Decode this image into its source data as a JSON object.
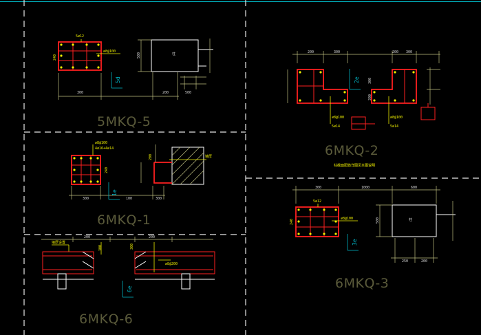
{
  "drawing": {
    "frame_color": "#00c8d8",
    "background": "#000000",
    "accent_red": "#ff2020",
    "accent_yellow": "#f0f000",
    "label_color": "#5a5a3a"
  },
  "details": {
    "d5mkq5": {
      "title": "5MKQ-5",
      "bar_note": "5⌀12",
      "stirrup_note": "⌀8@100",
      "side_dim": "240",
      "mark": "5d",
      "dims_bottom": [
        "300",
        "200",
        "500"
      ],
      "dim_right": "500",
      "center_mark": "柱"
    },
    "d6mkq2": {
      "title": "6MKQ-2",
      "note_line": "柱截面配筋详图见本图说明",
      "dims_top": [
        "200",
        "300",
        "200",
        "300"
      ],
      "mark": "2e",
      "stirrup_left": "⌀8@100",
      "stirrup_right": "⌀8@100",
      "bar_left": "5⌀14",
      "bar_right": "5⌀14",
      "dims_right": [
        "300",
        "200"
      ]
    },
    "d6mkq1": {
      "title": "6MKQ-1",
      "note_top": "⌀8@100",
      "note_bars": "4⌀16+4⌀14",
      "side_dim": "240",
      "mark": "1e",
      "dims_bottom": [
        "300",
        "100",
        "300"
      ],
      "wall_note": "墙厚",
      "dim_small": "200"
    },
    "d6mkq3": {
      "title": "6MKQ-3",
      "bar_note": "5⌀12",
      "stirrup_note": "⌀8@100",
      "side_dim": "240",
      "mark": "3e",
      "dims_top": [
        "300",
        "1000",
        "600"
      ],
      "dims_bottom": [
        "250",
        "200"
      ],
      "dim_right": "500",
      "center_mark": "柱"
    },
    "d6mkq6": {
      "title": "6MKQ-6",
      "note_left": "墙厚设置",
      "stirrup_note": "⌀8@200",
      "mark": "6e",
      "dims_top": [
        "200",
        "200"
      ],
      "side_dims": [
        "300",
        "300"
      ]
    }
  }
}
